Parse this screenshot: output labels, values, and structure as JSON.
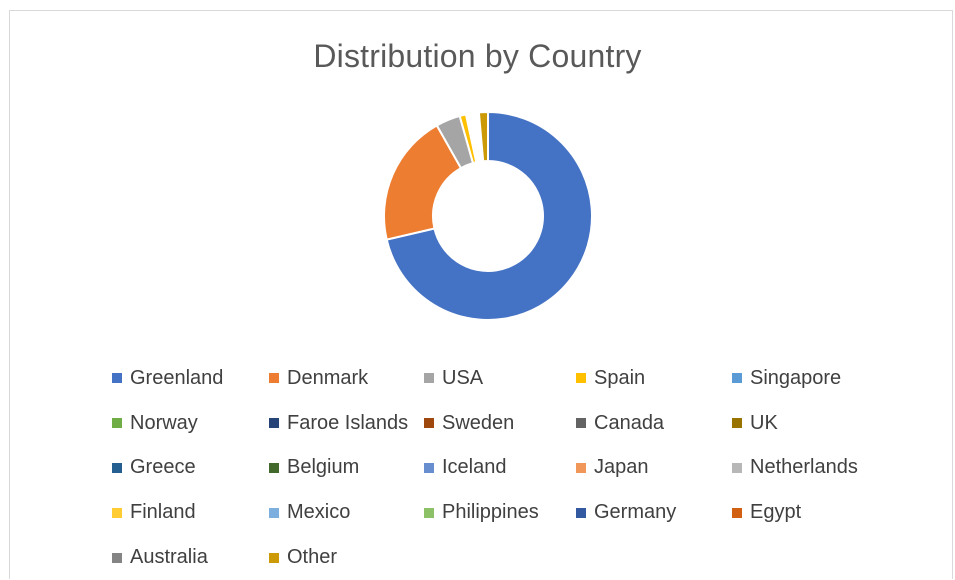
{
  "chart_data": {
    "type": "pie",
    "variant": "donut",
    "title": "Distribution by Country",
    "legend_position": "bottom",
    "slices": [
      {
        "label": "Greenland",
        "value": 71.5,
        "color": "#4472C4"
      },
      {
        "label": "Denmark",
        "value": 20.5,
        "color": "#ED7D31"
      },
      {
        "label": "USA",
        "value": 3.8,
        "color": "#A5A5A5"
      },
      {
        "label": "Spain",
        "value": 1.0,
        "color": "#FFC000"
      },
      {
        "label": "Singapore",
        "value": 0.2,
        "color": "#5B9BD5"
      },
      {
        "label": "Norway",
        "value": 0.2,
        "color": "#70AD47"
      },
      {
        "label": "Faroe Islands",
        "value": 0.15,
        "color": "#264478"
      },
      {
        "label": "Sweden",
        "value": 0.15,
        "color": "#9E480E"
      },
      {
        "label": "Canada",
        "value": 0.1,
        "color": "#636363"
      },
      {
        "label": "UK",
        "value": 0.1,
        "color": "#997300"
      },
      {
        "label": "Greece",
        "value": 0.1,
        "color": "#255E91"
      },
      {
        "label": "Belgium",
        "value": 0.1,
        "color": "#43682B"
      },
      {
        "label": "Iceland",
        "value": 0.1,
        "color": "#698ED0"
      },
      {
        "label": "Japan",
        "value": 0.1,
        "color": "#F1975A"
      },
      {
        "label": "Netherlands",
        "value": 0.1,
        "color": "#B7B7B7"
      },
      {
        "label": "Finland",
        "value": 0.1,
        "color": "#FFCD33"
      },
      {
        "label": "Mexico",
        "value": 0.1,
        "color": "#7CAFDD"
      },
      {
        "label": "Philippines",
        "value": 0.1,
        "color": "#8CC168"
      },
      {
        "label": "Germany",
        "value": 0.1,
        "color": "#335AA1"
      },
      {
        "label": "Egypt",
        "value": 0.1,
        "color": "#D26012"
      },
      {
        "label": "Australia",
        "value": 0.1,
        "color": "#848484"
      },
      {
        "label": "Other",
        "value": 1.4,
        "color": "#CC9A06"
      }
    ]
  }
}
